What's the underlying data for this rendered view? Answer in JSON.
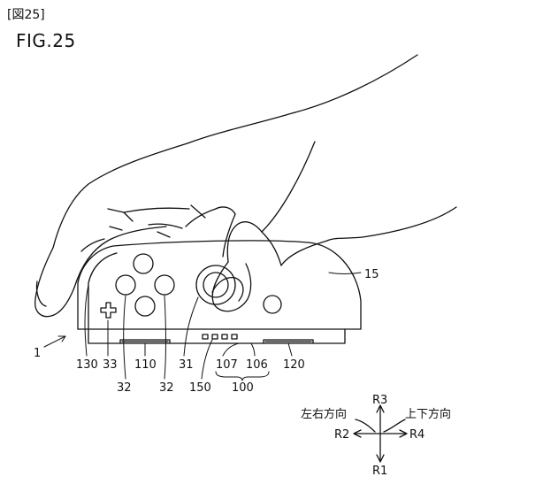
{
  "header": {
    "bracket_label": "[図25]",
    "figure_title": "FIG.25"
  },
  "labels": {
    "device": "1",
    "housing": "15",
    "rear_edge": "130",
    "dpad": "33",
    "button_a": "32",
    "button_b": "32",
    "bottom_left": "110",
    "stick": "31",
    "leds": "150",
    "rail_a": "107",
    "rail_b": "106",
    "bottom_right": "120",
    "group": "100"
  },
  "direction_legend": {
    "up": "R3",
    "down": "R1",
    "left": "R2",
    "right": "R4",
    "left_right_dir": "左右方向",
    "up_down_dir": "上下方向"
  }
}
